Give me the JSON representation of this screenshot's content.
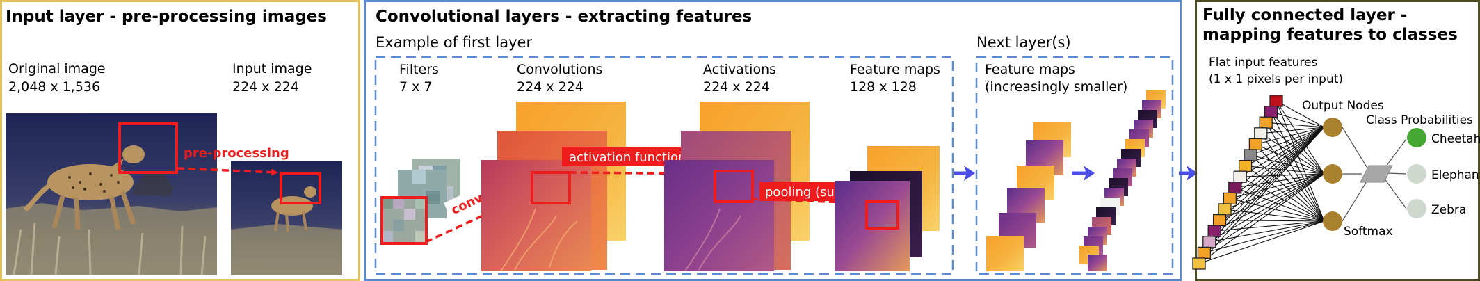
{
  "panels": {
    "input": {
      "title": "Input layer - pre-processing images",
      "original_label_1": "Original image",
      "original_label_2": "2,048 x 1,536",
      "input_label_1": "Input image",
      "input_label_2": "224 x 224",
      "arrow_label": "pre-processing"
    },
    "conv": {
      "title": "Convolutional layers - extracting features",
      "example_label": "Example of first layer",
      "filters_1": "Filters",
      "filters_2": "7 x 7",
      "convolutions_1": "Convolutions",
      "convolutions_2": "224 x 224",
      "activations_1": "Activations",
      "activations_2": "224 x 224",
      "featuremaps_1": "Feature maps",
      "featuremaps_2": "128 x 128",
      "convolute": "convolute",
      "activation_fn": "activation function",
      "pooling": "pooling (sub-sampling)",
      "next_label": "Next layer(s)",
      "next_fm_1": "Feature maps",
      "next_fm_2": "(increasingly smaller)"
    },
    "fc": {
      "title_1": "Fully connected layer -",
      "title_2": "mapping features to classes",
      "flat_1": "Flat input features",
      "flat_2": "(1 x 1 pixels per input)",
      "output_nodes": "Output Nodes",
      "class_prob": "Class Probabilities",
      "softmax": "Softmax",
      "classes": [
        "Cheetah",
        "Elephant",
        "Zebra"
      ]
    }
  },
  "colors": {
    "input_border": "#e3c35a",
    "conv_border": "#5b8ad6",
    "fc_border": "#4e4a22",
    "accent_red": "#ee1c1c",
    "arrow_blue": "#4a4de6",
    "node_brown": "#a8802e",
    "node_green": "#44a833",
    "node_grey": "#cfd8cf"
  }
}
